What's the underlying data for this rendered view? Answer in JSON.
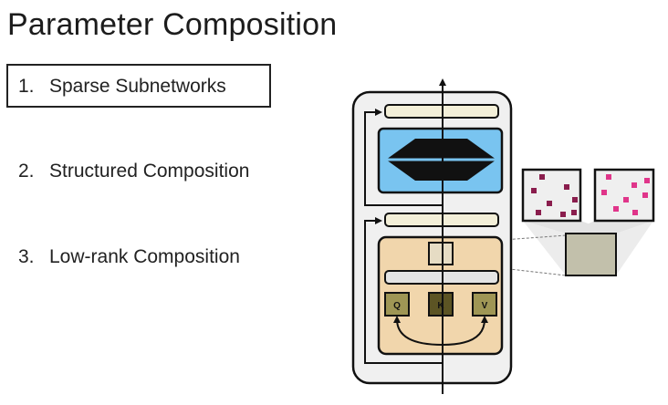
{
  "slide": {
    "title": "Parameter Composition",
    "items": [
      {
        "number": "1.",
        "label": "Sparse Subnetworks",
        "highlighted": true
      },
      {
        "number": "2.",
        "label": "Structured Composition",
        "highlighted": false
      },
      {
        "number": "3.",
        "label": "Low-rank Composition",
        "highlighted": false
      }
    ]
  },
  "diagram": {
    "attention_heads": [
      "Q",
      "K",
      "V"
    ],
    "colors": {
      "outer_box": "#f0f0f0",
      "norm_layer": "#f3efd8",
      "ffn_block": "#79c4f0",
      "attention_block": "#f1d6ac",
      "qkv_box": "#9f9655",
      "k_box": "#5c5424",
      "adapter_square": "#c2c0ab",
      "sparse_dark": "#8a1d4d",
      "sparse_pink": "#e0358a"
    }
  }
}
